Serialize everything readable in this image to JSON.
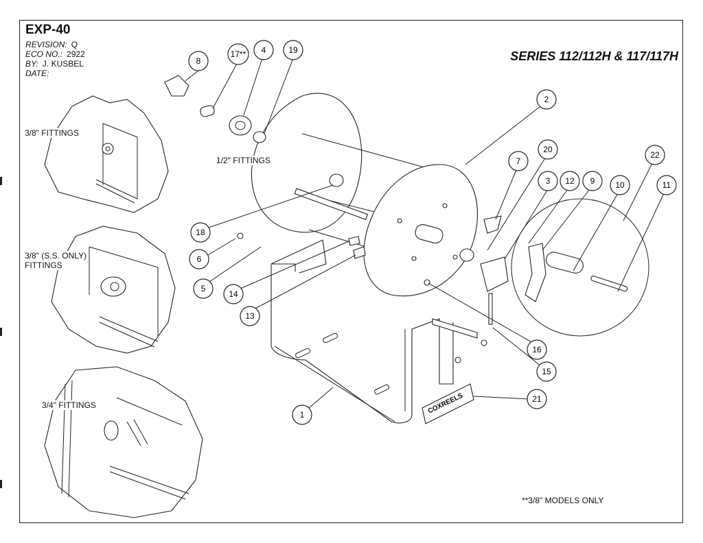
{
  "title_block": {
    "doc_id": "EXP-40",
    "revision_label": "REVISION:",
    "revision_value": "Q",
    "eco_label": "ECO NO.:",
    "eco_value": "2922",
    "by_label": "BY:",
    "by_value": "J. KUSBEL",
    "date_label": "DATE:",
    "date_value": ""
  },
  "series_title": "SERIES 112/112H & 117/117H",
  "fitting_labels": {
    "a": "3/8\" FITTINGS",
    "b_line1": "3/8\" (S.S. ONLY)",
    "b_line2": "FITTINGS",
    "c": "3/4\" FITTINGS",
    "d": "1/2\" FITTINGS"
  },
  "footnote": "**3/8\" MODELS ONLY",
  "plate_text": "COXREELS",
  "callouts": [
    "8",
    "17**",
    "4",
    "19",
    "2",
    "7",
    "20",
    "3",
    "12",
    "9",
    "10",
    "22",
    "11",
    "18",
    "6",
    "5",
    "14",
    "13",
    "16",
    "15",
    "21",
    "1"
  ]
}
